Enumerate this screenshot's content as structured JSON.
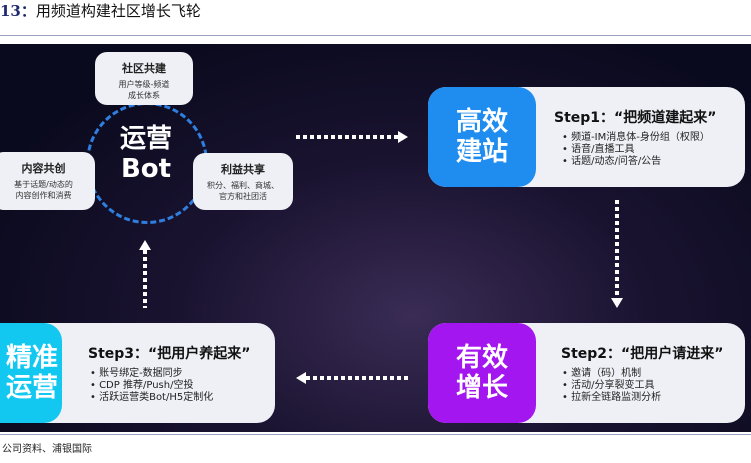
{
  "title": {
    "number": "13：",
    "text": "用频道构建社区增长飞轮"
  },
  "hub": {
    "label_line1": "运营",
    "label_line2": "Bot",
    "top": {
      "title": "社区共建",
      "lines": [
        "用户等级-频道",
        "成长体系"
      ]
    },
    "left": {
      "title": "内容共创",
      "lines": [
        "基于话题/动态的",
        "内容创作和消费"
      ]
    },
    "right": {
      "title": "利益共享",
      "lines": [
        "积分、福利、商城、",
        "官方和社团活"
      ]
    }
  },
  "steps": [
    {
      "tile": "高效建站",
      "tile_color": "#1f8cf0",
      "heading": "Step1：“把频道建起来”",
      "bullets": [
        "频道-IM消息体-身份组（权限）",
        "语音/直播工具",
        "话题/动态/问答/公告"
      ]
    },
    {
      "tile": "有效增长",
      "tile_color": "#a316f0",
      "heading": "Step2：“把用户请进来”",
      "bullets": [
        "邀请（码）机制",
        "活动/分享裂变工具",
        "拉新全链路监测分析"
      ]
    },
    {
      "tile": "精准运营",
      "tile_color": "#13c8f0",
      "heading": "Step3：“把用户养起来”",
      "bullets": [
        "账号绑定-数据同步",
        "CDP 推荐/Push/空投",
        "活跃运营类Bot/H5定制化"
      ]
    }
  ],
  "source": "公司资料、浦银国际"
}
